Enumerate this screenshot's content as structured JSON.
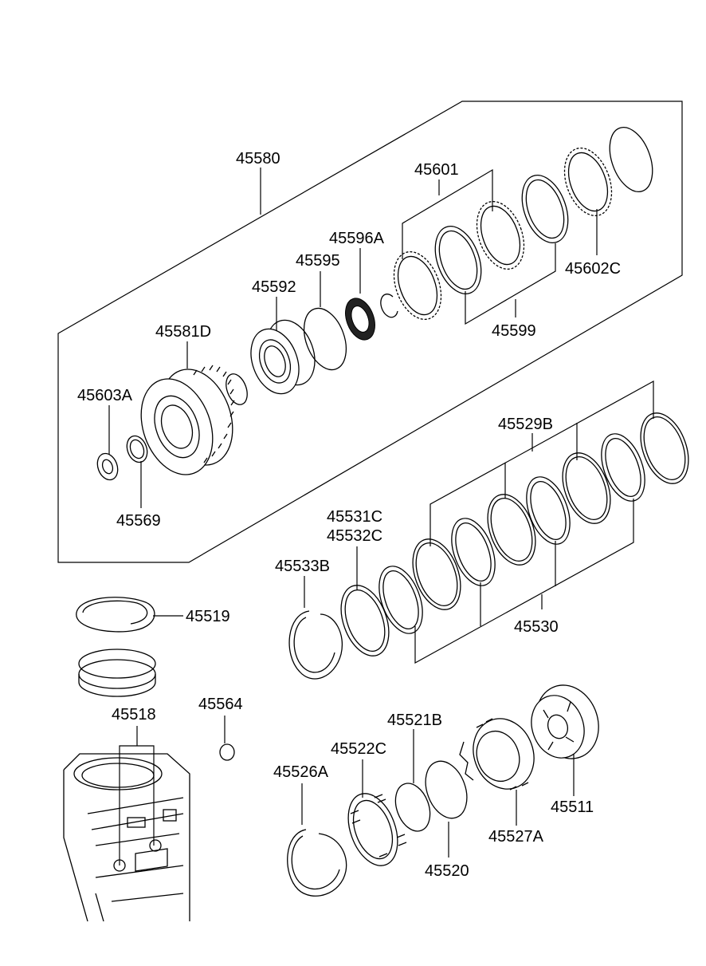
{
  "labels": {
    "l45580": "45580",
    "l45601": "45601",
    "l45596A": "45596A",
    "l45595": "45595",
    "l45592": "45592",
    "l45581D": "45581D",
    "l45603A": "45603A",
    "l45569": "45569",
    "l45602C": "45602C",
    "l45599": "45599",
    "l45529B": "45529B",
    "l45531C": "45531C",
    "l45532C": "45532C",
    "l45533B": "45533B",
    "l45530": "45530",
    "l45519": "45519",
    "l45518": "45518",
    "l45564": "45564",
    "l45521B": "45521B",
    "l45522C": "45522C",
    "l45526A": "45526A",
    "l45520": "45520",
    "l45527A": "45527A",
    "l45511": "45511"
  },
  "colors": {
    "line": "#000000",
    "background": "#ffffff"
  }
}
